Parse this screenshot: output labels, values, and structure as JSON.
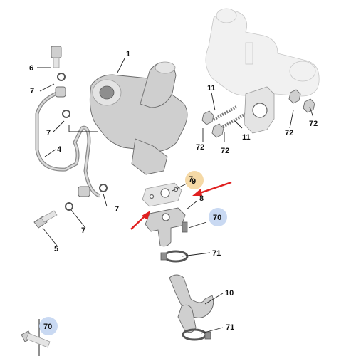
{
  "callouts": [
    {
      "id": "c1",
      "text": "1"
    },
    {
      "id": "c4",
      "text": "4"
    },
    {
      "id": "c5",
      "text": "5"
    },
    {
      "id": "c6",
      "text": "6"
    },
    {
      "id": "c7a",
      "text": "7"
    },
    {
      "id": "c7b",
      "text": "7"
    },
    {
      "id": "c7c",
      "text": "7"
    },
    {
      "id": "c7d",
      "text": "7"
    },
    {
      "id": "c7e",
      "text": "7"
    },
    {
      "id": "c8",
      "text": "8"
    },
    {
      "id": "c9",
      "text": "9"
    },
    {
      "id": "c10",
      "text": "10"
    },
    {
      "id": "c11a",
      "text": "11"
    },
    {
      "id": "c11b",
      "text": "11"
    },
    {
      "id": "c70a",
      "text": "70"
    },
    {
      "id": "c70b",
      "text": "70"
    },
    {
      "id": "c71a",
      "text": "71"
    },
    {
      "id": "c71b",
      "text": "71"
    },
    {
      "id": "c72a",
      "text": "72"
    },
    {
      "id": "c72b",
      "text": "72"
    },
    {
      "id": "c72c",
      "text": "72"
    },
    {
      "id": "c72d",
      "text": "72"
    }
  ],
  "colors": {
    "highlight_orange": "#f5d9a6",
    "highlight_blue": "#c9d9f2",
    "arrow_red": "#e02020",
    "line_dark": "#222222"
  }
}
